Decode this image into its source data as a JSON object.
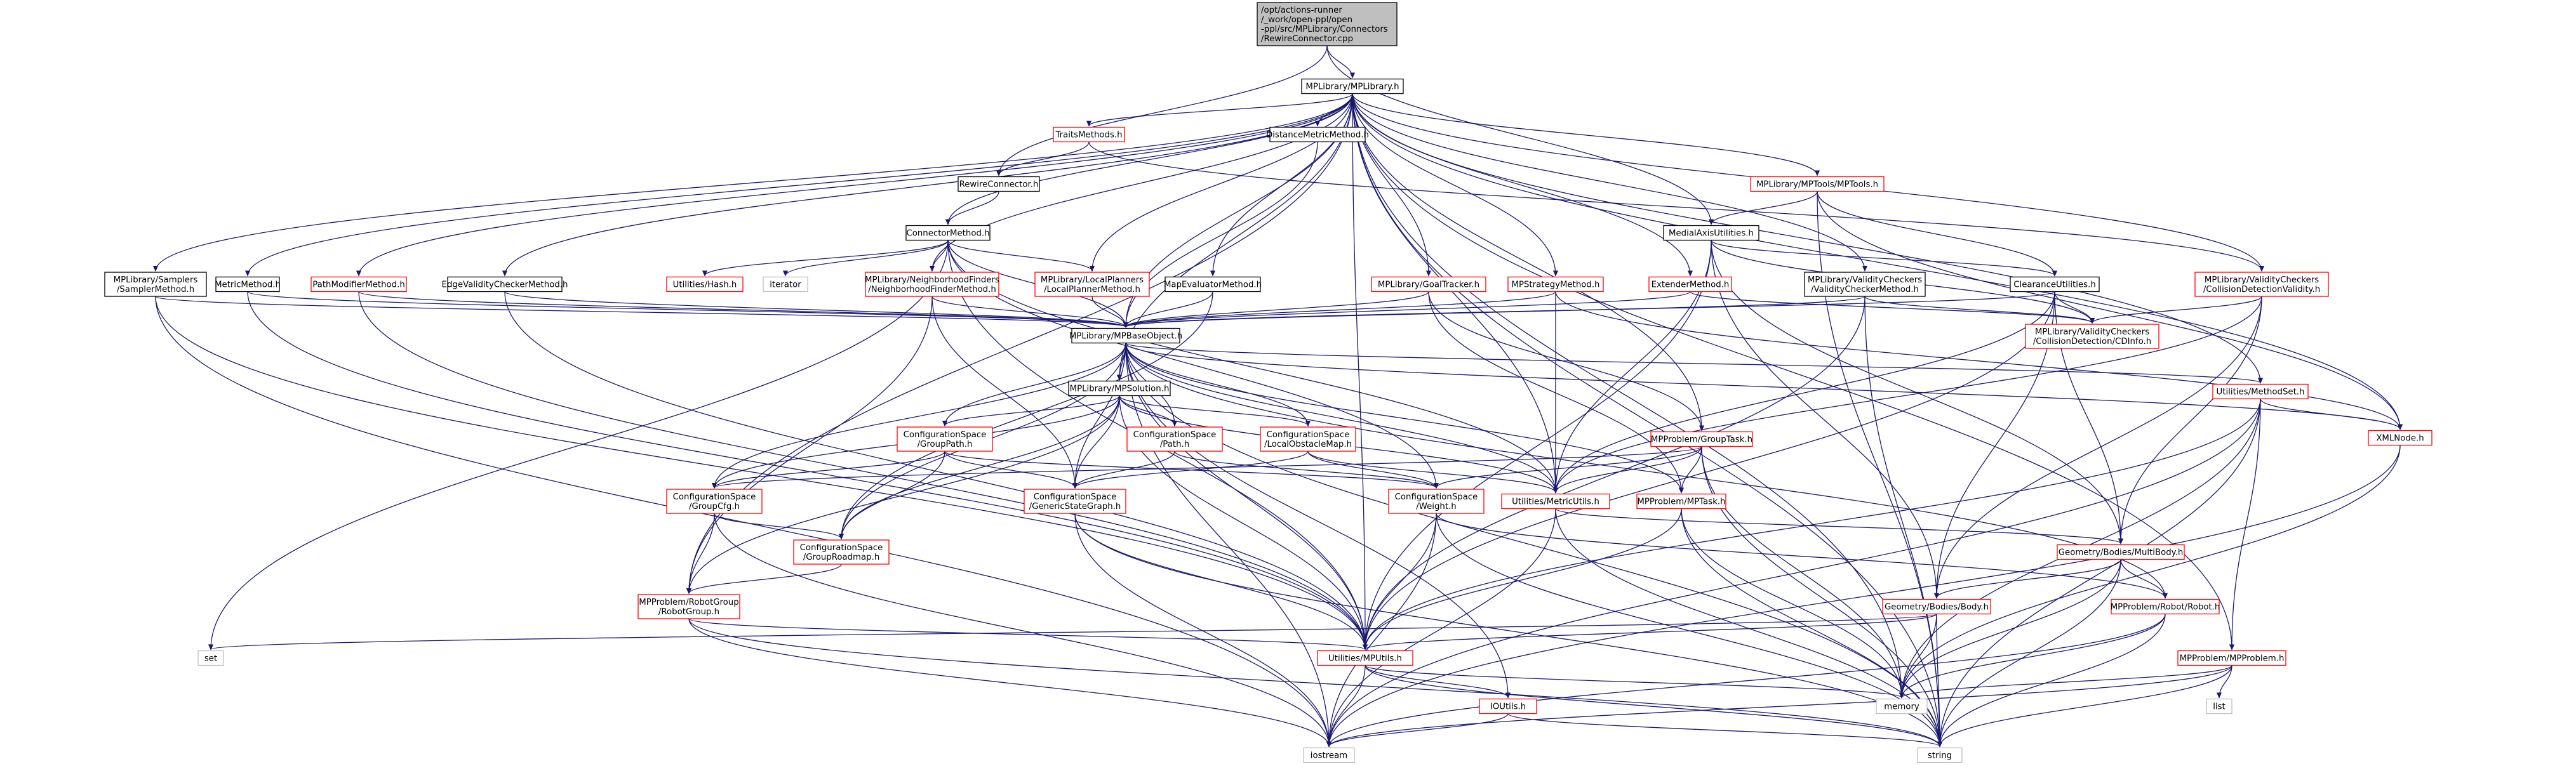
{
  "colors": {
    "normal_border": "#000000",
    "missing_border": "#ff0000",
    "root_fill": "#bfbfbf",
    "fill": "#ffffff",
    "edge": "#191970",
    "text": "#000000"
  },
  "nodes": [
    {
      "id": "root",
      "lines": [
        "/opt/actions-runner",
        "/_work/open-ppl/open",
        "-ppl/src/MPLibrary/Connectors",
        "/RewireConnector.cpp"
      ],
      "style": "root"
    },
    {
      "id": "mplibrary",
      "lines": [
        "MPLibrary/MPLibrary.h"
      ],
      "style": "normal"
    },
    {
      "id": "traitsmethods",
      "lines": [
        "TraitsMethods.h"
      ],
      "style": "missing"
    },
    {
      "id": "distancemetricmethod",
      "lines": [
        "DistanceMetricMethod.h"
      ],
      "style": "normal"
    },
    {
      "id": "mptools",
      "lines": [
        "MPLibrary/MPTools/MPTools.h"
      ],
      "style": "missing"
    },
    {
      "id": "rewireconnector",
      "lines": [
        "RewireConnector.h"
      ],
      "style": "normal"
    },
    {
      "id": "connectormethod",
      "lines": [
        "ConnectorMethod.h"
      ],
      "style": "normal"
    },
    {
      "id": "medialaxisutilities",
      "lines": [
        "MedialAxisUtilities.h"
      ],
      "style": "normal"
    },
    {
      "id": "samplermethod",
      "lines": [
        "MPLibrary/Samplers",
        "/SamplerMethod.h"
      ],
      "style": "normal"
    },
    {
      "id": "metricmethod",
      "lines": [
        "MetricMethod.h"
      ],
      "style": "normal"
    },
    {
      "id": "pathmodifiermethod",
      "lines": [
        "PathModifierMethod.h"
      ],
      "style": "missing"
    },
    {
      "id": "edgevaliditycheckermethod",
      "lines": [
        "EdgeValidityCheckerMethod.h"
      ],
      "style": "normal"
    },
    {
      "id": "utilitieshash",
      "lines": [
        "Utilities/Hash.h"
      ],
      "style": "missing"
    },
    {
      "id": "iterator",
      "lines": [
        "iterator"
      ],
      "style": "system"
    },
    {
      "id": "neighborhoodfindermethod",
      "lines": [
        "MPLibrary/NeighborhoodFinders",
        "/NeighborhoodFinderMethod.h"
      ],
      "style": "missing"
    },
    {
      "id": "localplannermethod",
      "lines": [
        "MPLibrary/LocalPlanners",
        "/LocalPlannerMethod.h"
      ],
      "style": "missing"
    },
    {
      "id": "mapevaluatormethod",
      "lines": [
        "MapEvaluatorMethod.h"
      ],
      "style": "normal"
    },
    {
      "id": "goaltracker",
      "lines": [
        "MPLibrary/GoalTracker.h"
      ],
      "style": "missing"
    },
    {
      "id": "mpstrategymethod",
      "lines": [
        "MPStrategyMethod.h"
      ],
      "style": "missing"
    },
    {
      "id": "extendermethod",
      "lines": [
        "ExtenderMethod.h"
      ],
      "style": "missing"
    },
    {
      "id": "validitycheckermethod",
      "lines": [
        "MPLibrary/ValidityCheckers",
        "/ValidityCheckerMethod.h"
      ],
      "style": "normal"
    },
    {
      "id": "clearanceutilities",
      "lines": [
        "ClearanceUtilities.h"
      ],
      "style": "normal"
    },
    {
      "id": "collisiondetectionvalidity",
      "lines": [
        "MPLibrary/ValidityCheckers",
        "/CollisionDetectionValidity.h"
      ],
      "style": "missing"
    },
    {
      "id": "cdinfo",
      "lines": [
        "MPLibrary/ValidityCheckers",
        "/CollisionDetection/CDInfo.h"
      ],
      "style": "missing"
    },
    {
      "id": "mpbaseobject",
      "lines": [
        "MPLibrary/MPBaseObject.h"
      ],
      "style": "normal"
    },
    {
      "id": "methodset",
      "lines": [
        "Utilities/MethodSet.h"
      ],
      "style": "missing"
    },
    {
      "id": "xmlnode",
      "lines": [
        "XMLNode.h"
      ],
      "style": "missing"
    },
    {
      "id": "mpsolution",
      "lines": [
        "MPLibrary/MPSolution.h"
      ],
      "style": "normal"
    },
    {
      "id": "grouppath",
      "lines": [
        "ConfigurationSpace",
        "/GroupPath.h"
      ],
      "style": "missing"
    },
    {
      "id": "cspath",
      "lines": [
        "ConfigurationSpace",
        "/Path.h"
      ],
      "style": "missing"
    },
    {
      "id": "localobstaclemap",
      "lines": [
        "ConfigurationSpace",
        "/LocalObstacleMap.h"
      ],
      "style": "missing"
    },
    {
      "id": "grouptask",
      "lines": [
        "MPProblem/GroupTask.h"
      ],
      "style": "missing"
    },
    {
      "id": "groupcfg",
      "lines": [
        "ConfigurationSpace",
        "/GroupCfg.h"
      ],
      "style": "missing"
    },
    {
      "id": "genericstategraph",
      "lines": [
        "ConfigurationSpace",
        "/GenericStateGraph.h"
      ],
      "style": "missing"
    },
    {
      "id": "weight",
      "lines": [
        "ConfigurationSpace",
        "/Weight.h"
      ],
      "style": "missing"
    },
    {
      "id": "metricutils",
      "lines": [
        "Utilities/MetricUtils.h"
      ],
      "style": "missing"
    },
    {
      "id": "mptask",
      "lines": [
        "MPProblem/MPTask.h"
      ],
      "style": "missing"
    },
    {
      "id": "grouproadmap",
      "lines": [
        "ConfigurationSpace",
        "/GroupRoadmap.h"
      ],
      "style": "missing"
    },
    {
      "id": "multibody",
      "lines": [
        "Geometry/Bodies/MultiBody.h"
      ],
      "style": "missing"
    },
    {
      "id": "robotgroup",
      "lines": [
        "MPProblem/RobotGroup",
        "/RobotGroup.h"
      ],
      "style": "missing"
    },
    {
      "id": "body",
      "lines": [
        "Geometry/Bodies/Body.h"
      ],
      "style": "missing"
    },
    {
      "id": "robot",
      "lines": [
        "MPProblem/Robot/Robot.h"
      ],
      "style": "missing"
    },
    {
      "id": "set",
      "lines": [
        "set"
      ],
      "style": "system"
    },
    {
      "id": "mputils",
      "lines": [
        "Utilities/MPUtils.h"
      ],
      "style": "missing"
    },
    {
      "id": "mpproblem",
      "lines": [
        "MPProblem/MPProblem.h"
      ],
      "style": "missing"
    },
    {
      "id": "ioutils",
      "lines": [
        "IOUtils.h"
      ],
      "style": "missing"
    },
    {
      "id": "memory",
      "lines": [
        "memory"
      ],
      "style": "system"
    },
    {
      "id": "list",
      "lines": [
        "list"
      ],
      "style": "system"
    },
    {
      "id": "iostream",
      "lines": [
        "iostream"
      ],
      "style": "system"
    },
    {
      "id": "string",
      "lines": [
        "string"
      ],
      "style": "system"
    }
  ],
  "edges": [
    [
      "root",
      "mplibrary"
    ],
    [
      "root",
      "rewireconnector"
    ],
    [
      "root",
      "medialaxisutilities"
    ],
    [
      "mplibrary",
      "traitsmethods"
    ],
    [
      "mplibrary",
      "distancemetricmethod"
    ],
    [
      "mplibrary",
      "mptools"
    ],
    [
      "mplibrary",
      "connectormethod"
    ],
    [
      "mplibrary",
      "samplermethod"
    ],
    [
      "mplibrary",
      "metricmethod"
    ],
    [
      "mplibrary",
      "pathmodifiermethod"
    ],
    [
      "mplibrary",
      "edgevaliditycheckermethod"
    ],
    [
      "mplibrary",
      "neighborhoodfindermethod"
    ],
    [
      "mplibrary",
      "localplannermethod"
    ],
    [
      "mplibrary",
      "mapevaluatormethod"
    ],
    [
      "mplibrary",
      "goaltracker"
    ],
    [
      "mplibrary",
      "mpstrategymethod"
    ],
    [
      "mplibrary",
      "extendermethod"
    ],
    [
      "mplibrary",
      "validitycheckermethod"
    ],
    [
      "mplibrary",
      "collisiondetectionvalidity"
    ],
    [
      "mplibrary",
      "mpbaseobject"
    ],
    [
      "mplibrary",
      "mpsolution"
    ],
    [
      "mplibrary",
      "methodset"
    ],
    [
      "mplibrary",
      "xmlnode"
    ],
    [
      "mplibrary",
      "grouptask"
    ],
    [
      "mplibrary",
      "robotgroup"
    ],
    [
      "mplibrary",
      "metricutils"
    ],
    [
      "mplibrary",
      "mputils"
    ],
    [
      "mplibrary",
      "mpproblem"
    ],
    [
      "mplibrary",
      "memory"
    ],
    [
      "mplibrary",
      "string"
    ],
    [
      "traitsmethods",
      "rewireconnector"
    ],
    [
      "traitsmethods",
      "collisiondetectionvalidity"
    ],
    [
      "distancemetricmethod",
      "mpbaseobject"
    ],
    [
      "mptools",
      "medialaxisutilities"
    ],
    [
      "mptools",
      "clearanceutilities"
    ],
    [
      "mptools",
      "xmlnode"
    ],
    [
      "mptools",
      "string"
    ],
    [
      "rewireconnector",
      "connectormethod"
    ],
    [
      "connectormethod",
      "utilitieshash"
    ],
    [
      "connectormethod",
      "iterator"
    ],
    [
      "connectormethod",
      "neighborhoodfindermethod"
    ],
    [
      "connectormethod",
      "localplannermethod"
    ],
    [
      "connectormethod",
      "mpbaseobject"
    ],
    [
      "connectormethod",
      "weight"
    ],
    [
      "connectormethod",
      "metricutils"
    ],
    [
      "connectormethod",
      "mputils"
    ],
    [
      "connectormethod",
      "set"
    ],
    [
      "medialaxisutilities",
      "clearanceutilities"
    ],
    [
      "medialaxisutilities",
      "cdinfo"
    ],
    [
      "medialaxisutilities",
      "mputils"
    ],
    [
      "medialaxisutilities",
      "metricutils"
    ],
    [
      "medialaxisutilities",
      "body"
    ],
    [
      "medialaxisutilities",
      "multibody"
    ],
    [
      "samplermethod",
      "mpbaseobject"
    ],
    [
      "samplermethod",
      "mputils"
    ],
    [
      "samplermethod",
      "iostream"
    ],
    [
      "metricmethod",
      "mpbaseobject"
    ],
    [
      "metricmethod",
      "mputils"
    ],
    [
      "pathmodifiermethod",
      "mpbaseobject"
    ],
    [
      "pathmodifiermethod",
      "mputils"
    ],
    [
      "edgevaliditycheckermethod",
      "mpbaseobject"
    ],
    [
      "edgevaliditycheckermethod",
      "mputils"
    ],
    [
      "neighborhoodfindermethod",
      "mpbaseobject"
    ],
    [
      "neighborhoodfindermethod",
      "genericstategraph"
    ],
    [
      "neighborhoodfindermethod",
      "robotgroup"
    ],
    [
      "localplannermethod",
      "mpbaseobject"
    ],
    [
      "mapevaluatormethod",
      "mpbaseobject"
    ],
    [
      "mapevaluatormethod",
      "grouproadmap"
    ],
    [
      "goaltracker",
      "mpbaseobject"
    ],
    [
      "goaltracker",
      "grouptask"
    ],
    [
      "goaltracker",
      "mptask"
    ],
    [
      "mpstrategymethod",
      "mpbaseobject"
    ],
    [
      "mpstrategymethod",
      "metricutils"
    ],
    [
      "mpstrategymethod",
      "xmlnode"
    ],
    [
      "extendermethod",
      "mpbaseobject"
    ],
    [
      "extendermethod",
      "cdinfo"
    ],
    [
      "validitycheckermethod",
      "mpbaseobject"
    ],
    [
      "validitycheckermethod",
      "cdinfo"
    ],
    [
      "validitycheckermethod",
      "mputils"
    ],
    [
      "validitycheckermethod",
      "string"
    ],
    [
      "clearanceutilities",
      "mpbaseobject"
    ],
    [
      "clearanceutilities",
      "cdinfo"
    ],
    [
      "clearanceutilities",
      "mputils"
    ],
    [
      "clearanceutilities",
      "metricutils"
    ],
    [
      "clearanceutilities",
      "multibody"
    ],
    [
      "clearanceutilities",
      "body"
    ],
    [
      "collisiondetectionvalidity",
      "cdinfo"
    ],
    [
      "collisiondetectionvalidity",
      "multibody"
    ],
    [
      "collisiondetectionvalidity",
      "body"
    ],
    [
      "collisiondetectionvalidity",
      "metricutils"
    ],
    [
      "mpbaseobject",
      "mpsolution"
    ],
    [
      "mpbaseobject",
      "methodset"
    ],
    [
      "mpbaseobject",
      "xmlnode"
    ],
    [
      "mpbaseobject",
      "groupcfg"
    ],
    [
      "mpbaseobject",
      "genericstategraph"
    ],
    [
      "mpbaseobject",
      "grouppath"
    ],
    [
      "mpbaseobject",
      "cspath"
    ],
    [
      "mpbaseobject",
      "localobstaclemap"
    ],
    [
      "mpbaseobject",
      "metricutils"
    ],
    [
      "mpbaseobject",
      "mptask"
    ],
    [
      "mpbaseobject",
      "grouproadmap"
    ],
    [
      "mpbaseobject",
      "robot"
    ],
    [
      "mpbaseobject",
      "mputils"
    ],
    [
      "mpbaseobject",
      "ioutils"
    ],
    [
      "mpbaseobject",
      "iostream"
    ],
    [
      "mpbaseobject",
      "string"
    ],
    [
      "methodset",
      "xmlnode"
    ],
    [
      "methodset",
      "mputils"
    ],
    [
      "methodset",
      "memory"
    ],
    [
      "methodset",
      "iostream"
    ],
    [
      "methodset",
      "string"
    ],
    [
      "methodset",
      "mpproblem"
    ],
    [
      "xmlnode",
      "memory"
    ],
    [
      "xmlnode",
      "iostream"
    ],
    [
      "mpsolution",
      "grouppath"
    ],
    [
      "mpsolution",
      "cspath"
    ],
    [
      "mpsolution",
      "localobstaclemap"
    ],
    [
      "mpsolution",
      "groupcfg"
    ],
    [
      "mpsolution",
      "genericstategraph"
    ],
    [
      "mpsolution",
      "grouproadmap"
    ],
    [
      "mpsolution",
      "metricutils"
    ],
    [
      "mpsolution",
      "mputils"
    ],
    [
      "mpsolution",
      "robotgroup"
    ],
    [
      "grouppath",
      "groupcfg"
    ],
    [
      "grouppath",
      "grouproadmap"
    ],
    [
      "grouppath",
      "genericstategraph"
    ],
    [
      "grouppath",
      "weight"
    ],
    [
      "cspath",
      "genericstategraph"
    ],
    [
      "cspath",
      "weight"
    ],
    [
      "localobstaclemap",
      "genericstategraph"
    ],
    [
      "localobstaclemap",
      "weight"
    ],
    [
      "localobstaclemap",
      "metricutils"
    ],
    [
      "grouptask",
      "groupcfg"
    ],
    [
      "grouptask",
      "mptask"
    ],
    [
      "grouptask",
      "weight"
    ],
    [
      "grouptask",
      "metricutils"
    ],
    [
      "grouptask",
      "memory"
    ],
    [
      "grouptask",
      "string"
    ],
    [
      "groupcfg",
      "grouproadmap"
    ],
    [
      "groupcfg",
      "robotgroup"
    ],
    [
      "groupcfg",
      "iostream"
    ],
    [
      "genericstategraph",
      "mputils"
    ],
    [
      "genericstategraph",
      "iostream"
    ],
    [
      "genericstategraph",
      "string"
    ],
    [
      "weight",
      "mputils"
    ],
    [
      "weight",
      "iostream"
    ],
    [
      "weight",
      "string"
    ],
    [
      "weight",
      "robot"
    ],
    [
      "metricutils",
      "multibody"
    ],
    [
      "metricutils",
      "iostream"
    ],
    [
      "metricutils",
      "string"
    ],
    [
      "mptask",
      "mputils"
    ],
    [
      "mptask",
      "memory"
    ],
    [
      "mptask",
      "string"
    ],
    [
      "grouproadmap",
      "robotgroup"
    ],
    [
      "multibody",
      "body"
    ],
    [
      "multibody",
      "robot"
    ],
    [
      "multibody",
      "memory"
    ],
    [
      "multibody",
      "string"
    ],
    [
      "robotgroup",
      "mputils"
    ],
    [
      "robotgroup",
      "string"
    ],
    [
      "robotgroup",
      "iostream"
    ],
    [
      "body",
      "mputils"
    ],
    [
      "body",
      "set"
    ],
    [
      "body",
      "memory"
    ],
    [
      "body",
      "string"
    ],
    [
      "robot",
      "memory"
    ],
    [
      "robot",
      "string"
    ],
    [
      "robot",
      "iostream"
    ],
    [
      "mputils",
      "ioutils"
    ],
    [
      "mputils",
      "memory"
    ],
    [
      "mputils",
      "iostream"
    ],
    [
      "mputils",
      "string"
    ],
    [
      "mpproblem",
      "memory"
    ],
    [
      "mpproblem",
      "list"
    ],
    [
      "mpproblem",
      "iostream"
    ],
    [
      "mpproblem",
      "string"
    ],
    [
      "ioutils",
      "iostream"
    ],
    [
      "ioutils",
      "string"
    ]
  ]
}
